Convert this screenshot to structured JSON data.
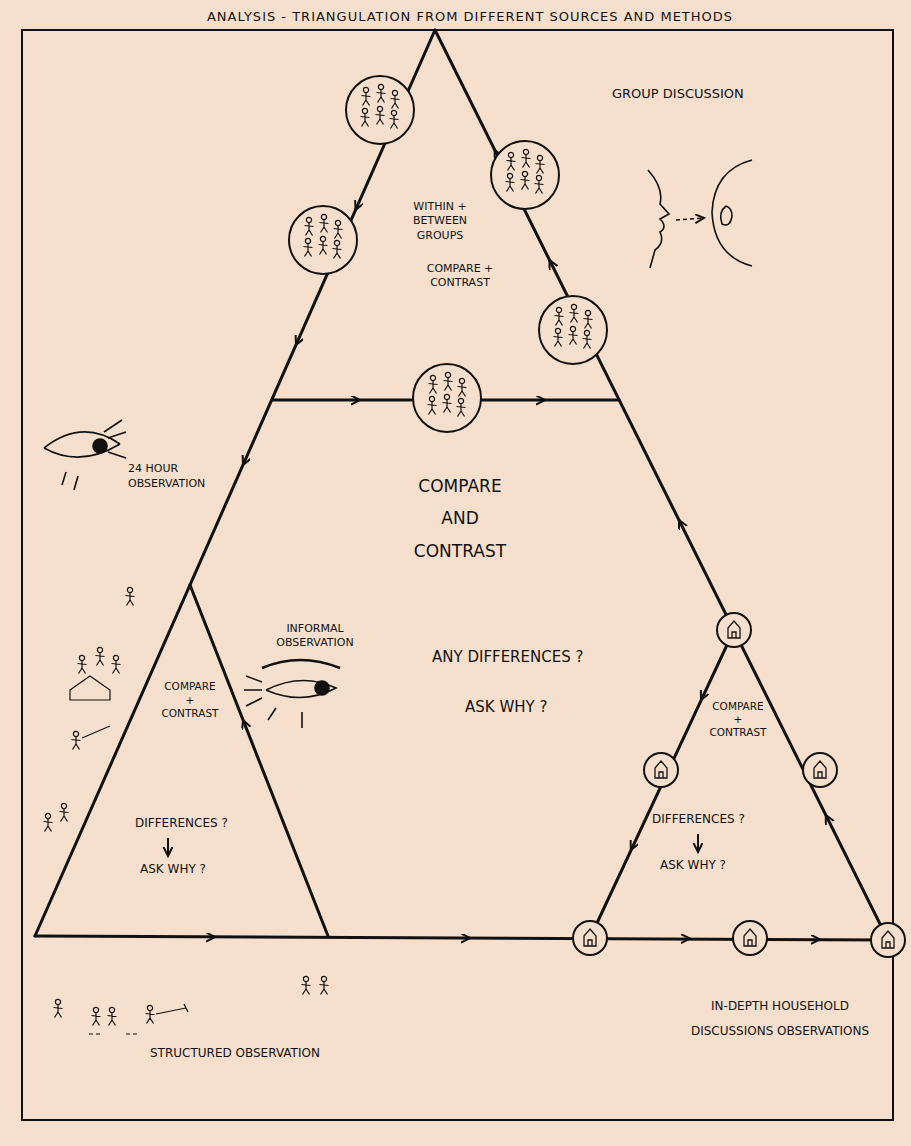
{
  "diagram": {
    "title": "ANALYSIS - TRIANGULATION FROM DIFFERENT SOURCES AND METHODS",
    "labels": [
      "GROUP DISCUSSION",
      "WITHIN + BETWEEN GROUPS",
      "COMPARE + CONTRAST",
      "24 HOUR OBSERVATION",
      "COMPARE AND CONTRAST",
      "INFORMAL OBSERVATION",
      "ANY DIFFERENCES ?",
      "ASK WHY ?",
      "COMPARE + CONTRAST",
      "DIFFERENCES ?",
      "ASK WHY ?",
      "COMPARE + CONTRAST",
      "DIFFERENCES ?",
      "ASK WHY ?",
      "STRUCTURED OBSERVATION",
      "IN-DEPTH HOUSEHOLD DISCUSSIONS OBSERVATIONS"
    ]
  }
}
